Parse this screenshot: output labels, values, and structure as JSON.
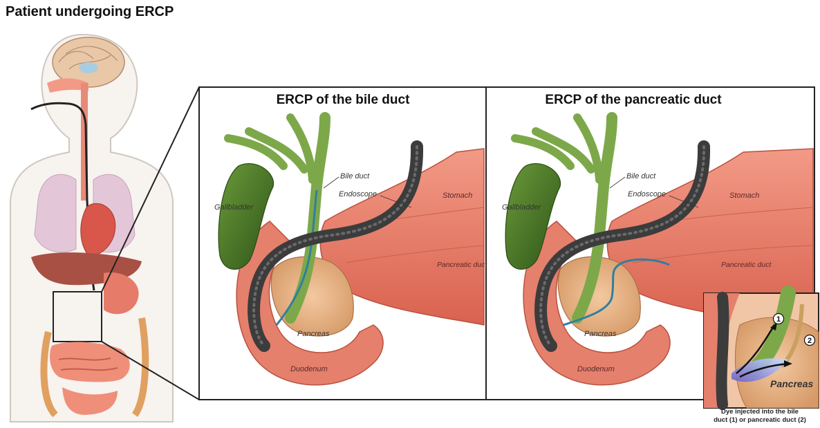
{
  "figure": {
    "title": "Patient undergoing ERCP"
  },
  "panels": [
    {
      "title": "ERCP of the bile duct",
      "labels": {
        "bile_duct": "Bile duct",
        "endoscope": "Endoscope",
        "gallbladder": "Gallbladder",
        "stomach": "Stomach",
        "pancreatic_duct": "Pancreatic duct",
        "pancreas": "Pancreas",
        "duodenum": "Duodenum"
      }
    },
    {
      "title": "ERCP of the pancreatic duct",
      "labels": {
        "bile_duct": "Bile duct",
        "endoscope": "Endoscope",
        "gallbladder": "Gallbladder",
        "stomach": "Stomach",
        "pancreatic_duct": "Pancreatic duct",
        "pancreas": "Pancreas",
        "duodenum": "Duodenum"
      }
    }
  ],
  "inset": {
    "marker_1": "1",
    "marker_2": "2",
    "pancreas": "Pancreas",
    "caption_line1": "Dye injected into the bile",
    "caption_line2": "duct (1) or pancreatic duct (2)"
  },
  "colors": {
    "frame": "#222222",
    "bile_duct": "#7da84a",
    "gallbladder": "#3f6e22",
    "endoscope": "#3c3c3c",
    "stomach": "#e67b6a",
    "pancreas": "#e8b488",
    "dye": "#2f7fa0"
  }
}
